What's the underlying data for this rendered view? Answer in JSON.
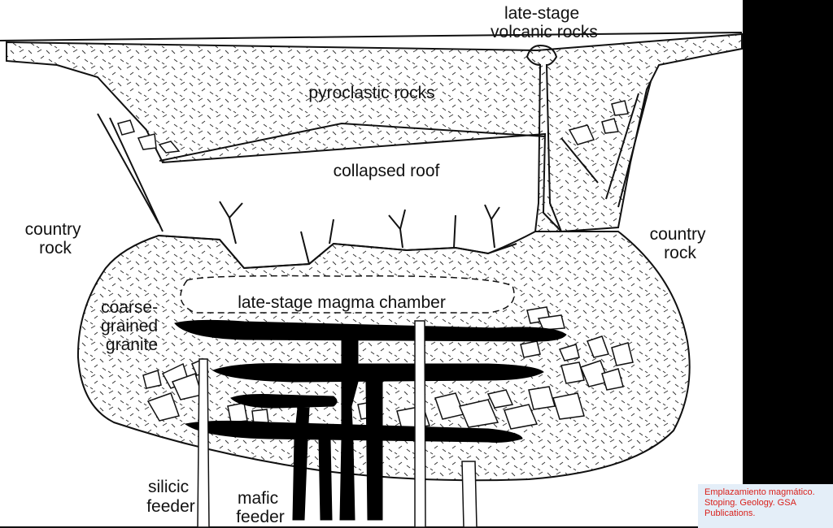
{
  "diagram": {
    "labels": {
      "late_stage_volcanic": [
        "late-stage",
        "volcanic rocks"
      ],
      "pyroclastic": "pyroclastic rocks",
      "collapsed_roof": "collapsed roof",
      "country_rock_left": [
        "country",
        "rock"
      ],
      "country_rock_right": [
        "country",
        "rock"
      ],
      "magma_chamber": "late-stage magma chamber",
      "granite": [
        "coarse-",
        "grained",
        "granite"
      ],
      "silicic_feeder": [
        "silicic",
        "feeder"
      ],
      "mafic_feeder": [
        "mafic",
        "feeder"
      ]
    }
  },
  "caption": {
    "text": "Emplazamiento magmático. Stoping. Geology. GSA Publications."
  },
  "colors": {
    "ink": "#111111",
    "caption_text": "#d9201b",
    "caption_bg": "#e4eef8",
    "side_bar": "#000000"
  }
}
